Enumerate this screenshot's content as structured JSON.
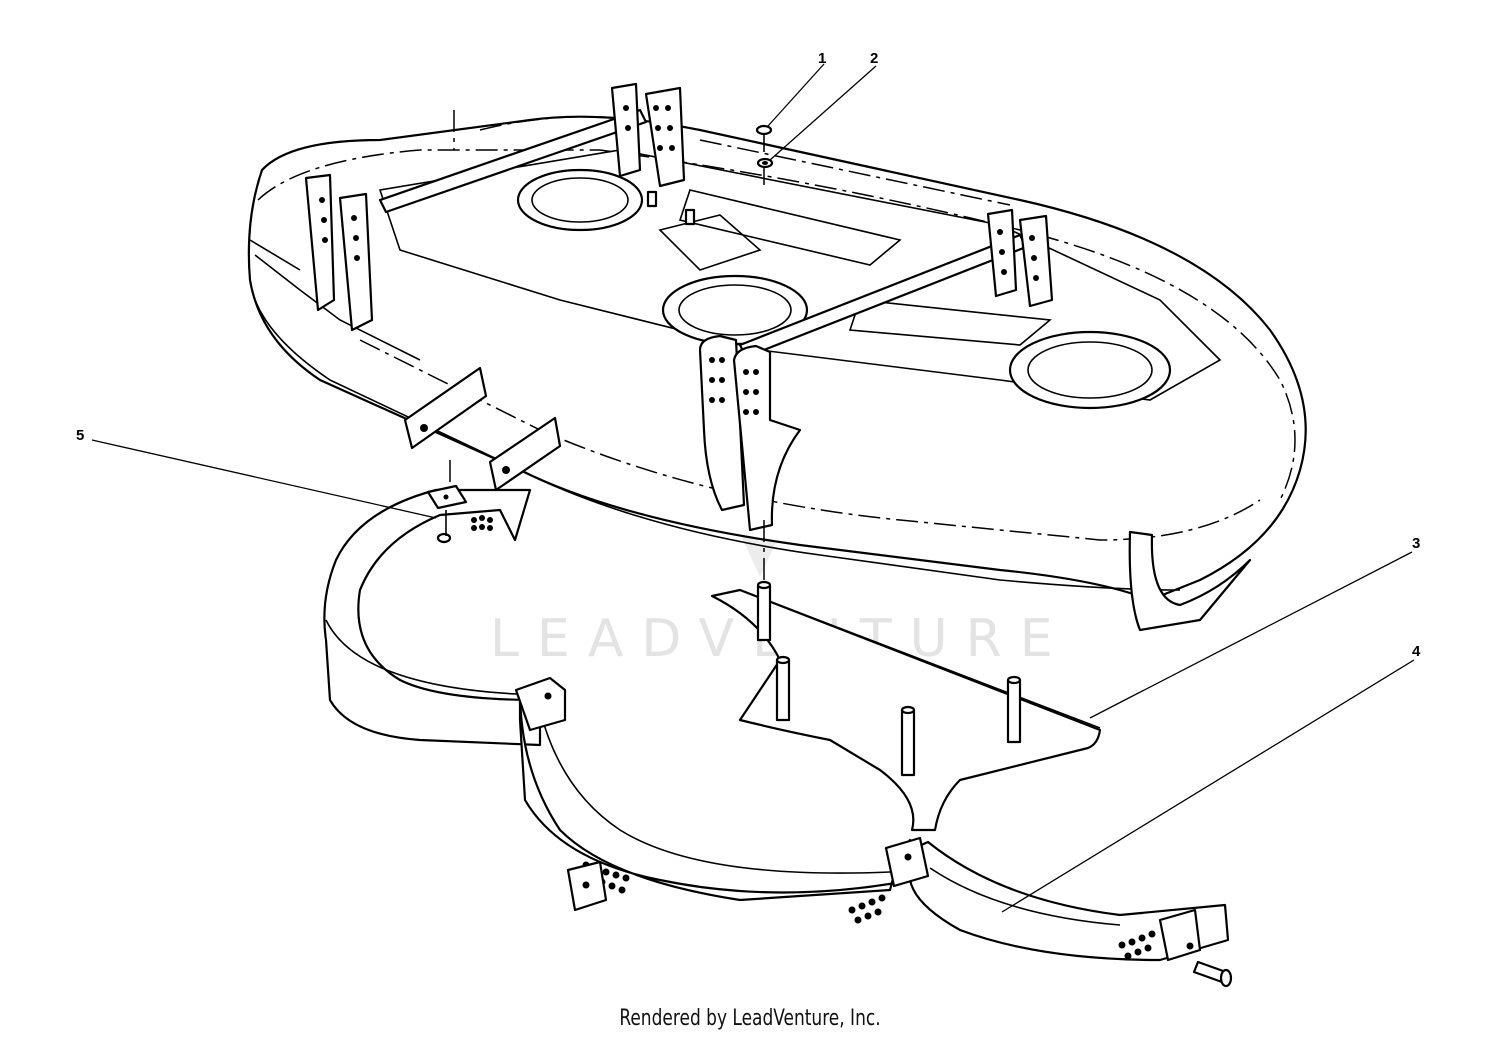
{
  "callouts": {
    "c1": "1",
    "c2": "2",
    "c3": "3",
    "c4": "4",
    "c5": "5"
  },
  "watermark": "LEADVENTURE",
  "footer": "Rendered by LeadVenture, Inc."
}
